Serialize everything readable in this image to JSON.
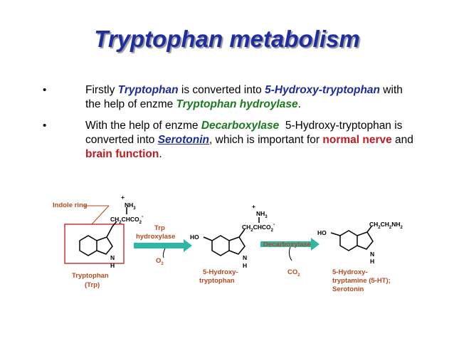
{
  "title": "Tryptophan metabolism",
  "bullet1": {
    "t1": "Firstly ",
    "t2": "Tryptophan",
    "t3": " is converted into ",
    "t4": "5-Hydroxy-tryptophan",
    "t5": " with",
    "t6": "the help of enzme ",
    "t7": "Tryptophan hydroylase",
    "t8": "."
  },
  "bullet2": {
    "t1": "With the help of enzme ",
    "t2": "Decarboxylase",
    "t3": "  5-Hydroxy-tryptophan is",
    "t4": "converted into ",
    "t5": "Serotonin",
    "t6": ", which is important for ",
    "t7": "normal nerve",
    "t8": " and",
    "t9": "brain function",
    "t10": "."
  },
  "diagram": {
    "indole_ring": "Indole ring",
    "plus": "+",
    "nh3": "NH",
    "nh3_sub": "3",
    "ch2chco2": "CH",
    "ch2chco2_b": "CHCO",
    "sub2": "2",
    "minus": "-",
    "ho": "HO",
    "n": "N",
    "h": "H",
    "ch2ch2nh2": "CH",
    "ch2ch2nh2_b": "CH",
    "ch2ch2nh2_c": "NH",
    "trp": "Trp",
    "hydroxylase": "hydroxylase",
    "o2": "O",
    "decarboxylase": "Decarboxylase",
    "co2": "CO",
    "tryptophan": "Tryptophan",
    "trp_abbrev": "(Trp)",
    "hydroxy1": "5-Hydroxy-",
    "tryptophan2": "tryptophan",
    "hydroxy2": "5-Hydroxy-",
    "tryptamine": "tryptamine (5-HT);",
    "serotonin": "Serotonin"
  },
  "colors": {
    "title": "#1f2da3",
    "blue": "#1b2a9d",
    "green": "#197a1c",
    "red": "#c0191f",
    "diagram_text": "#b5491f",
    "arrow": "#2fb7a6"
  }
}
